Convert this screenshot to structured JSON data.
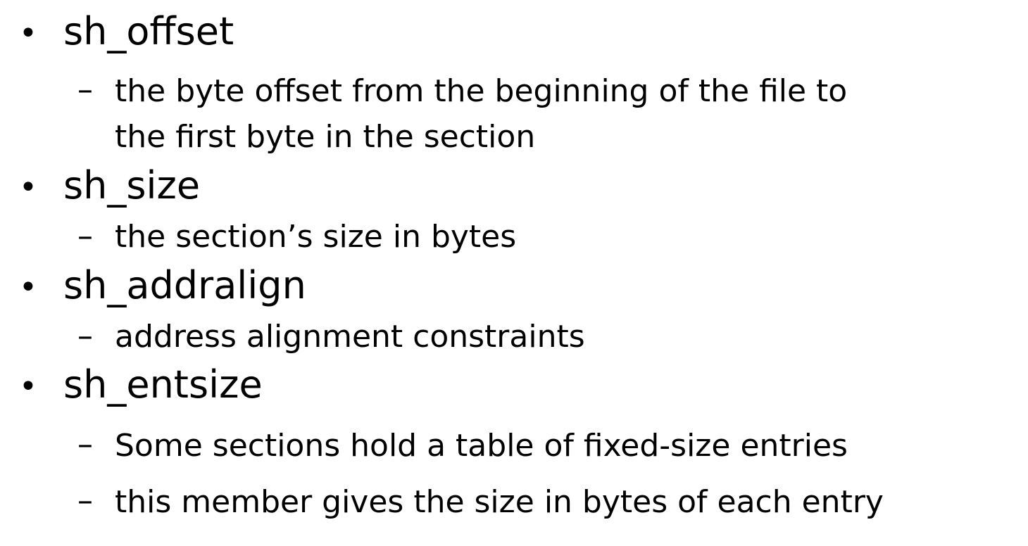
{
  "items": [
    {
      "term": "sh_offset",
      "descriptions": [
        {
          "lines": [
            "the byte offset from the beginning of the file to",
            "the first byte in the section"
          ]
        }
      ]
    },
    {
      "term": "sh_size",
      "descriptions": [
        {
          "lines": [
            "the section’s size in bytes"
          ]
        }
      ]
    },
    {
      "term": "sh_addralign",
      "descriptions": [
        {
          "lines": [
            "address alignment constraints"
          ]
        }
      ]
    },
    {
      "term": "sh_entsize",
      "descriptions": [
        {
          "lines": [
            "Some sections hold a table of fixed-size entries"
          ]
        },
        {
          "lines": [
            "this member gives the size in bytes of each entry"
          ]
        }
      ]
    }
  ],
  "bullet_glyph": "•",
  "dash_glyph": "–"
}
